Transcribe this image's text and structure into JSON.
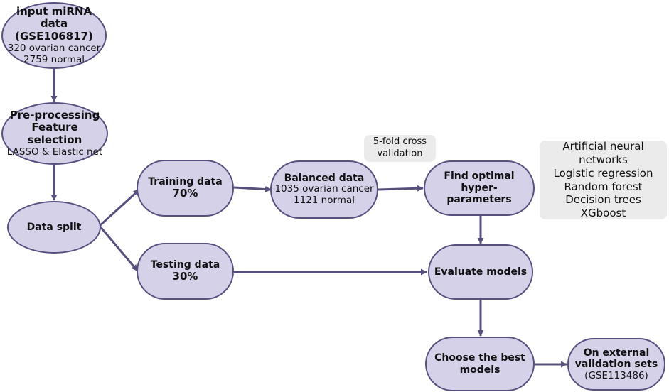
{
  "nodes": {
    "input": {
      "title_1": "input miRNA data",
      "title_2": "(GSE106817)",
      "line_1": "320 ovarian cancer",
      "line_2": "2759 normal"
    },
    "preprocessing": {
      "title_1": "Pre-processing",
      "title_2": "Feature selection",
      "line_1": "LASSO & Elastic net"
    },
    "data_split": {
      "title_1": "Data split"
    },
    "training": {
      "title_1": "Training data",
      "title_2": "70%"
    },
    "testing": {
      "title_1": "Testing data",
      "title_2": "30%"
    },
    "balanced": {
      "title_1": "Balanced data",
      "line_1": "1035 ovarian cancer",
      "line_2": "1121 normal"
    },
    "optimal": {
      "title_1": "Find optimal hyper-",
      "title_2": "parameters"
    },
    "evaluate": {
      "title_1": "Evaluate models"
    },
    "choose": {
      "title_1": "Choose the best",
      "title_2": "models"
    },
    "external": {
      "title_1": "On external",
      "title_2": "validation sets",
      "line_1": "(GSE113486)"
    }
  },
  "notes": {
    "cross_validation": [
      "5-fold cross",
      "validation"
    ],
    "models": [
      "Artificial neural networks",
      "Logistic regression",
      "Random forest",
      "Decision trees",
      "XGboost"
    ]
  },
  "colors": {
    "node_fill": "#d5d1e8",
    "node_border": "#57507f",
    "arrow": "#57507f",
    "note_fill": "#ebebeb"
  }
}
